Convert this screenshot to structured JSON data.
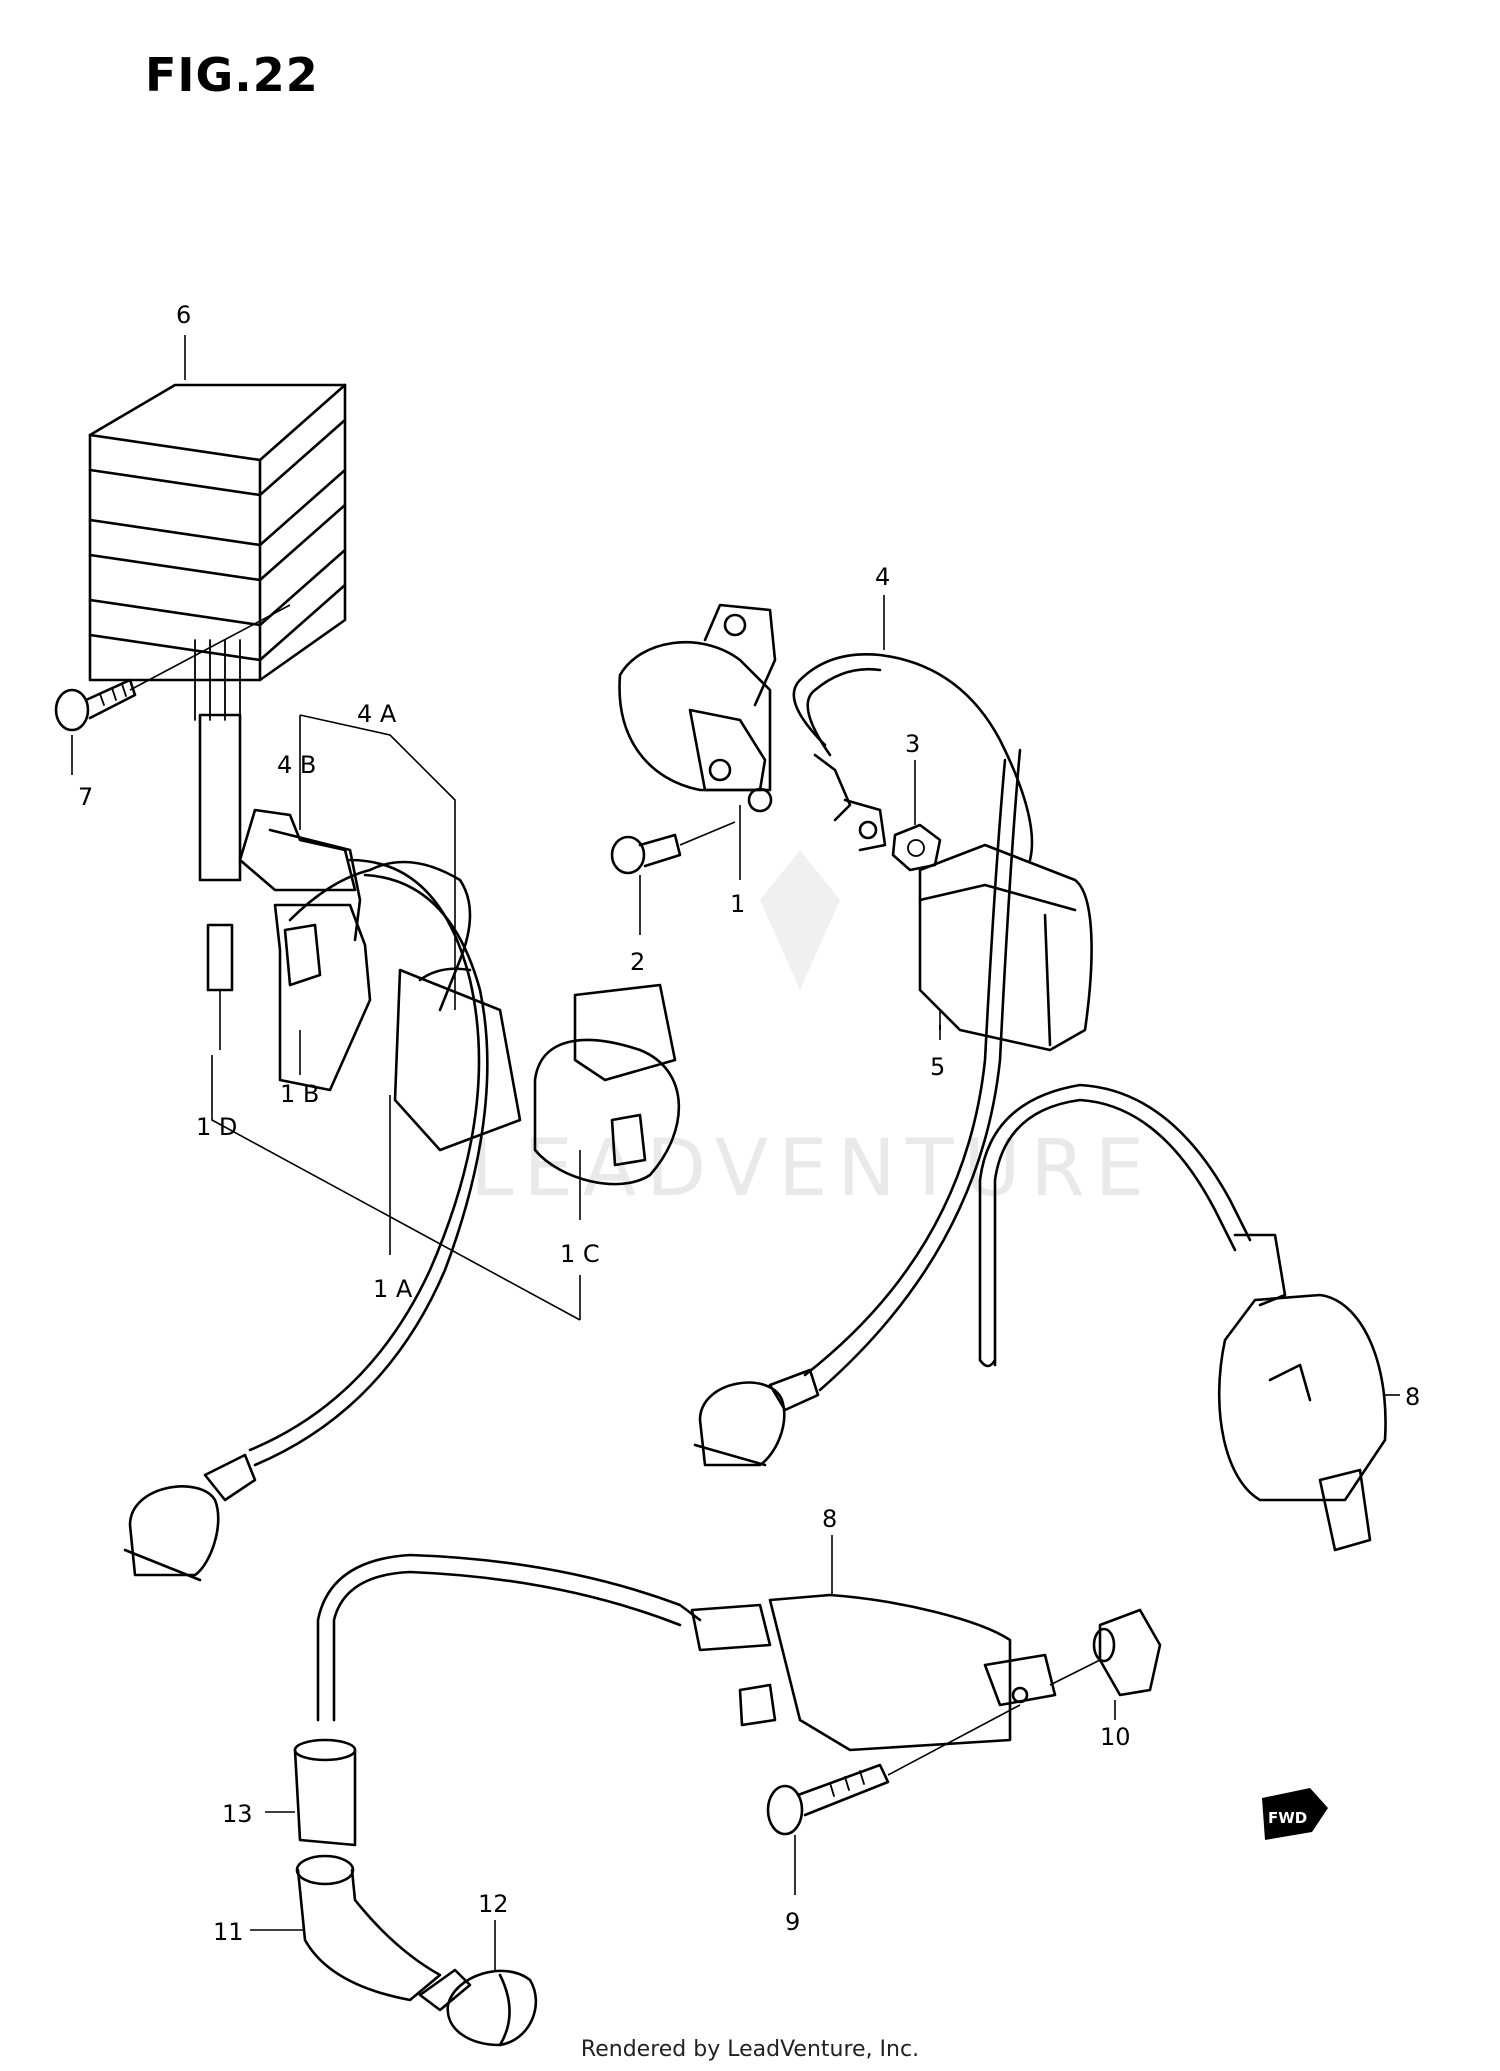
{
  "figure": {
    "title": "FIG.22",
    "footer": "Rendered by LeadVenture, Inc.",
    "watermark": "LEADVENTURE",
    "direction_badge": "FWD"
  },
  "callouts": {
    "c1": "1",
    "c1A": "1 A",
    "c1B": "1 B",
    "c1C": "1 C",
    "c1D": "1 D",
    "c2": "2",
    "c3": "3",
    "c4": "4",
    "c4A": "4 A",
    "c4B": "4 B",
    "c5": "5",
    "c6": "6",
    "c7": "7",
    "c8a": "8",
    "c8b": "8",
    "c9": "9",
    "c10": "10",
    "c11": "11",
    "c12": "12",
    "c13": "13"
  }
}
